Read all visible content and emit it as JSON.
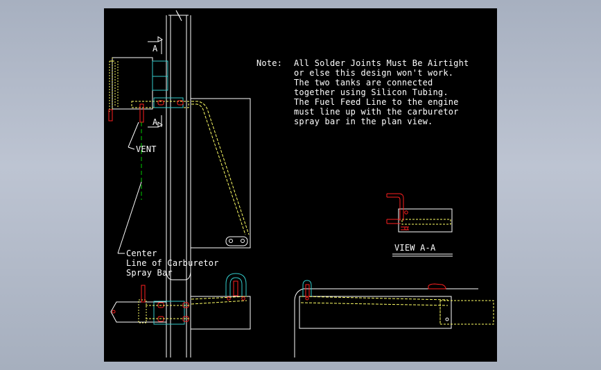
{
  "colors": {
    "background": "#000000",
    "white": "#ffffff",
    "yellow": "#ffff66",
    "red": "#ff2020",
    "cyan": "#33cccc",
    "green": "#00cc00",
    "frame": "#aab3c3"
  },
  "labels": {
    "section_marker_top": "A",
    "section_marker_bottom": "A",
    "vent": "VENT",
    "center_line_1": "Center",
    "center_line_2": "Line of Carburetor",
    "center_line_3": "Spray Bar",
    "view_title": "VIEW A-A"
  },
  "note": {
    "heading": "Note:",
    "lines": [
      "All Solder Joints Must Be Airtight",
      "or else this design won't work.",
      "The two tanks are connected",
      "together using Silicon Tubing.",
      "The Fuel Feed Line to the engine",
      "must line up with the carburetor",
      "spray bar in the plan view."
    ]
  }
}
